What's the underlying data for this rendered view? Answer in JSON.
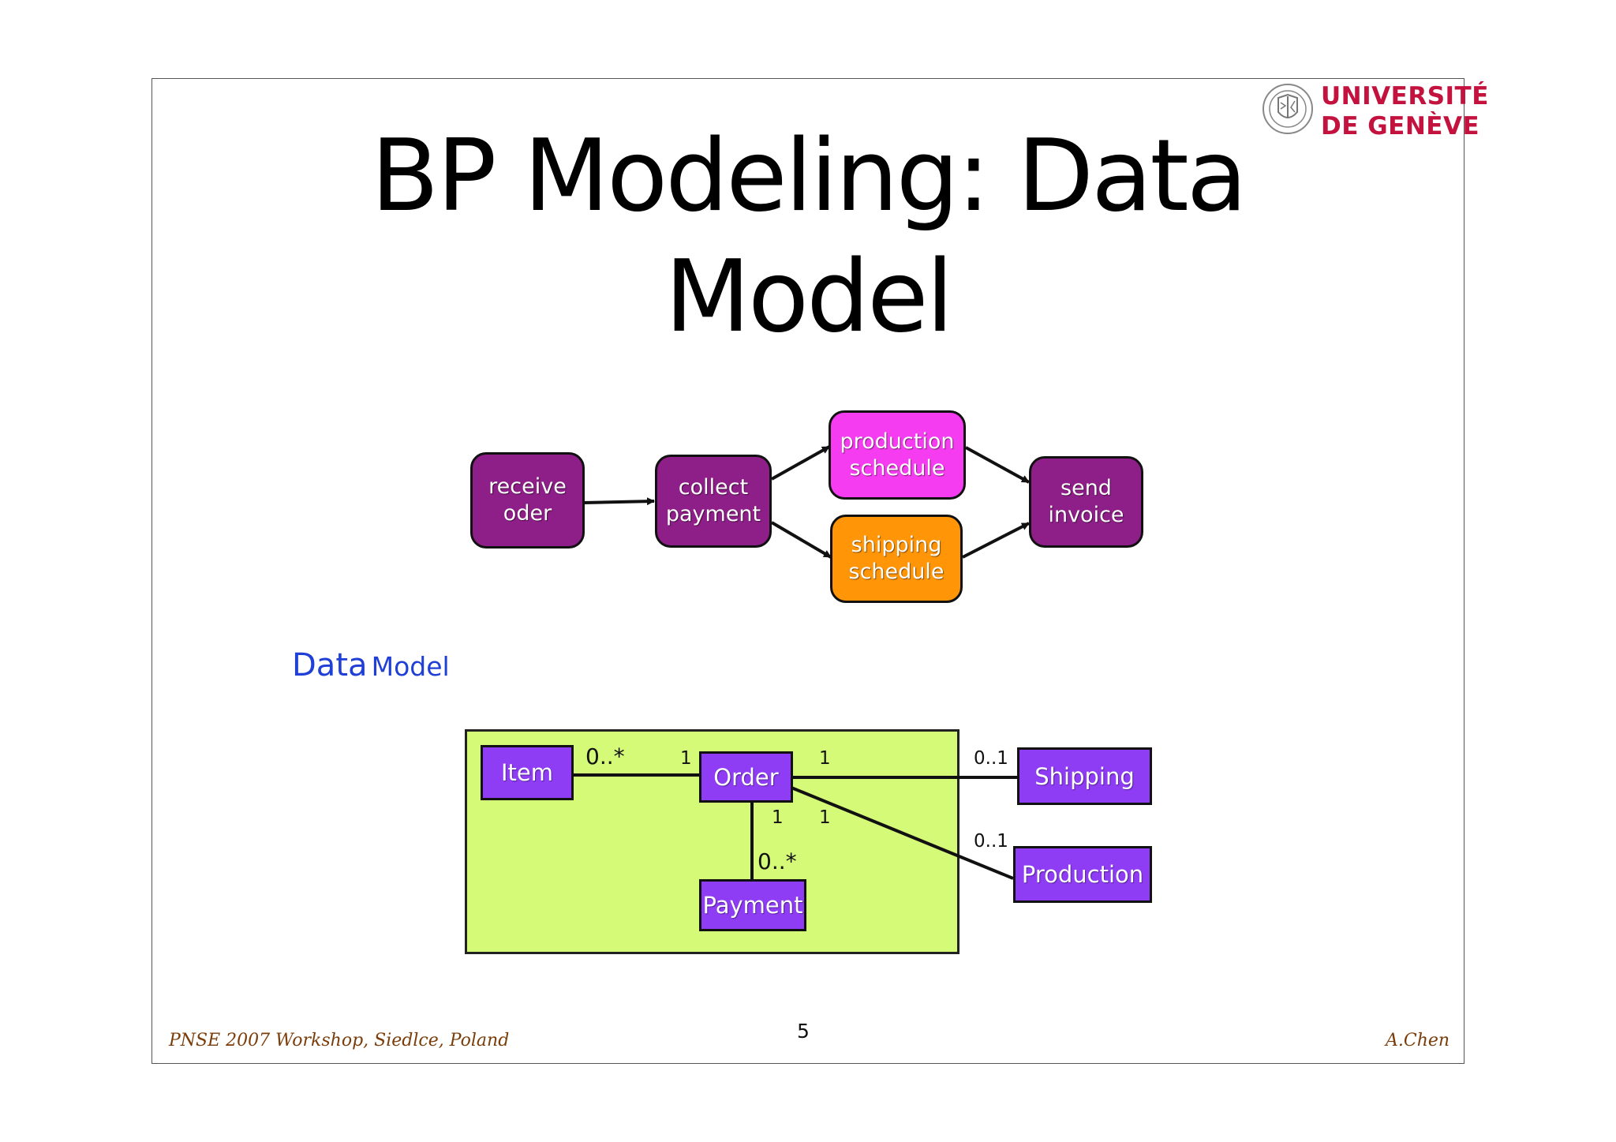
{
  "title_line1": "BP Modeling: Data",
  "title_line2": "Model",
  "logo": {
    "line1": "UNIVERSITÉ",
    "line2": "DE GENÈVE",
    "seal_icon": "university-seal-icon",
    "color": "#c4123f"
  },
  "process": {
    "nodes": [
      {
        "id": "receive",
        "line1": "receive",
        "line2": "oder",
        "color": "#8e1f88"
      },
      {
        "id": "collect",
        "line1": "collect",
        "line2": "payment",
        "color": "#8e1f88"
      },
      {
        "id": "production",
        "line1": "production",
        "line2": "schedule",
        "color": "#f53cf0"
      },
      {
        "id": "shipping",
        "line1": "shipping",
        "line2": "schedule",
        "color": "#ff9507"
      },
      {
        "id": "send",
        "line1": "send",
        "line2": "invoice",
        "color": "#8e1f88"
      }
    ]
  },
  "data_model": {
    "label_big": "Data",
    "label_small": "Model",
    "classes": {
      "item": "Item",
      "order": "Order",
      "payment": "Payment",
      "shipping": "Shipping",
      "production": "Production"
    },
    "multiplicities": {
      "item_side": "0..*",
      "order_item_side": "1",
      "order_shipping_side": "1",
      "shipping_side": "0..1",
      "order_payment_left": "1",
      "order_payment_right": "1",
      "production_side": "0..1",
      "payment_side": "0..*"
    },
    "box_color": "#d4fa78",
    "class_color": "#8f3cf5"
  },
  "footer": {
    "left": "PNSE 2007 Workshop, Siedlce, Poland",
    "page": "5",
    "right": "A.Chen"
  }
}
